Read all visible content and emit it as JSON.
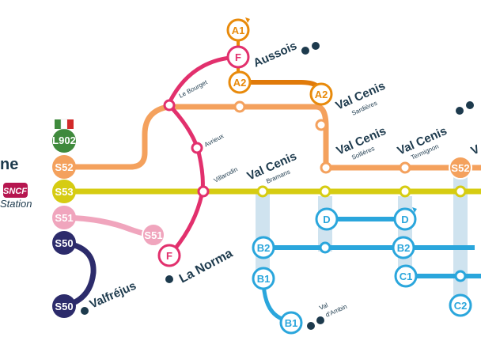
{
  "colors": {
    "S52": "#f4a15d",
    "S53": "#d6cc12",
    "S51": "#f0a5bd",
    "S50": "#2c2b6b",
    "A": "#e88a0b",
    "F": "#e2306d",
    "B": "#2aa6dc",
    "L902": "#3f8a3c",
    "pale_blue": "#cfe3ef",
    "text": "#1d3a4d",
    "sncf": "#b6164f"
  },
  "lines": {
    "L902": "L902",
    "S52": "S52",
    "S53": "S53",
    "S51": "S51",
    "S50": "S50",
    "A1": "A1",
    "A2": "A2",
    "F": "F",
    "D": "D",
    "B2": "B2",
    "B1": "B1",
    "C1": "C1",
    "C2": "C2"
  },
  "station": {
    "title_fragment": "ne",
    "sncf": "SNCF",
    "sub": "Station"
  },
  "places": {
    "aussois": "Aussois",
    "le_bourget": "Le Bourget",
    "avrieux": "Avrieux",
    "villarodin": "Villarodin",
    "la_norma": "La Norma",
    "valfrejus": "Valfréjus",
    "val_cenis": "Val Cenis",
    "sardieres": "Sardières",
    "sollieres": "Sollières",
    "termignon": "Termignon",
    "bramans": "Bramans",
    "val": "Val",
    "dambin": "d'Ambin",
    "partial_v": "V"
  },
  "icons": [
    "italy-flag-icon",
    "ski-lift-icon",
    "plane-icon",
    "sncf-logo"
  ]
}
